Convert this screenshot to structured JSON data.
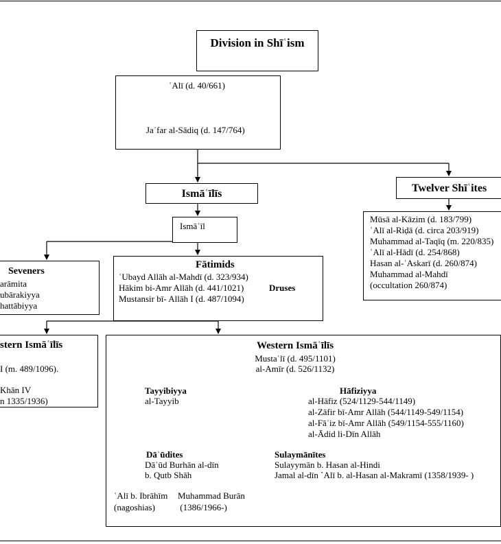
{
  "title": "Division in Shīʿism",
  "ali": "ʿAlī (d. 40/661)",
  "jafar": "Jaʿfar al-Sādiq (d. 147/764)",
  "ismailis": "Ismāʿīlīs",
  "ismail": "Ismāʿīl",
  "twelver": {
    "title": "Twelver Shīʿites",
    "items": [
      "Mūsā al-Kāzim (d. 183/799)",
      "ʿAlī al-Riḍā (d. circa 203/919)",
      "Muhammad al-Taqīq (m. 220/835)",
      "ʿAlī al-Hādī (d. 254/868)",
      "Hasan al-ʿAskarī (d. 260/874)",
      "Muhammad al-Mahdī",
      "(occultation 260/874)"
    ]
  },
  "seveners": {
    "title": "Seveners",
    "items": [
      "arāmita",
      "ubārakiyya",
      "hattābiyya"
    ]
  },
  "fatimids": {
    "title": "Fātimids",
    "items": [
      "ʿUbayd Allāh al-Mahdī (d. 323/934)",
      "Hākim bi-Amr Allāh (d. 441/1021)",
      "Mustansir bī- Allāh I (d. 487/1094)"
    ],
    "druses": "Druses"
  },
  "eastern": {
    "title": "stern Ismāʿīlīs",
    "items": [
      "I (m. 489/1096).",
      "Khān IV",
      "n 1335/1936)"
    ]
  },
  "western": {
    "title": "Western Ismāʿīlīs",
    "musta": "Mustaʿlī (d. 495/1101)",
    "amir": "al-Amīr (d. 526/1132)"
  },
  "tayyibiyya": {
    "title": "Tayyibiyya",
    "sub": "al-Tayyib"
  },
  "hafiziyya": {
    "title": "Hāfiziyya",
    "items": [
      "al-Hāfiz (524/1129-544/1149)",
      "al-Zāfir bī-Amr Allāh (544/1149-549/1154)",
      "al-Fāʾiz bī-Amr Allāh (549/1154-555/1160)",
      "al-Ādid li-Dīn Allāh"
    ]
  },
  "daudites": {
    "title": "Dāʾūdites",
    "items": [
      "Dāʾūd Burhān al-dīn",
      "b. Qutb Shāh"
    ]
  },
  "sulaymanites": {
    "title": "Sulaymānītes",
    "items": [
      "Sulayymān b. Hasan al-Hindi",
      "Jamal al-dīn `Alī b. al-Hasan al-Makramī (1358/1939- )"
    ]
  },
  "ali_ibrahim": [
    "ʿAlī b. Ibrāhīm",
    "(nagoshias)"
  ],
  "muhammad_buran": [
    "Muhammad Burān",
    " (1386/1966-)"
  ]
}
